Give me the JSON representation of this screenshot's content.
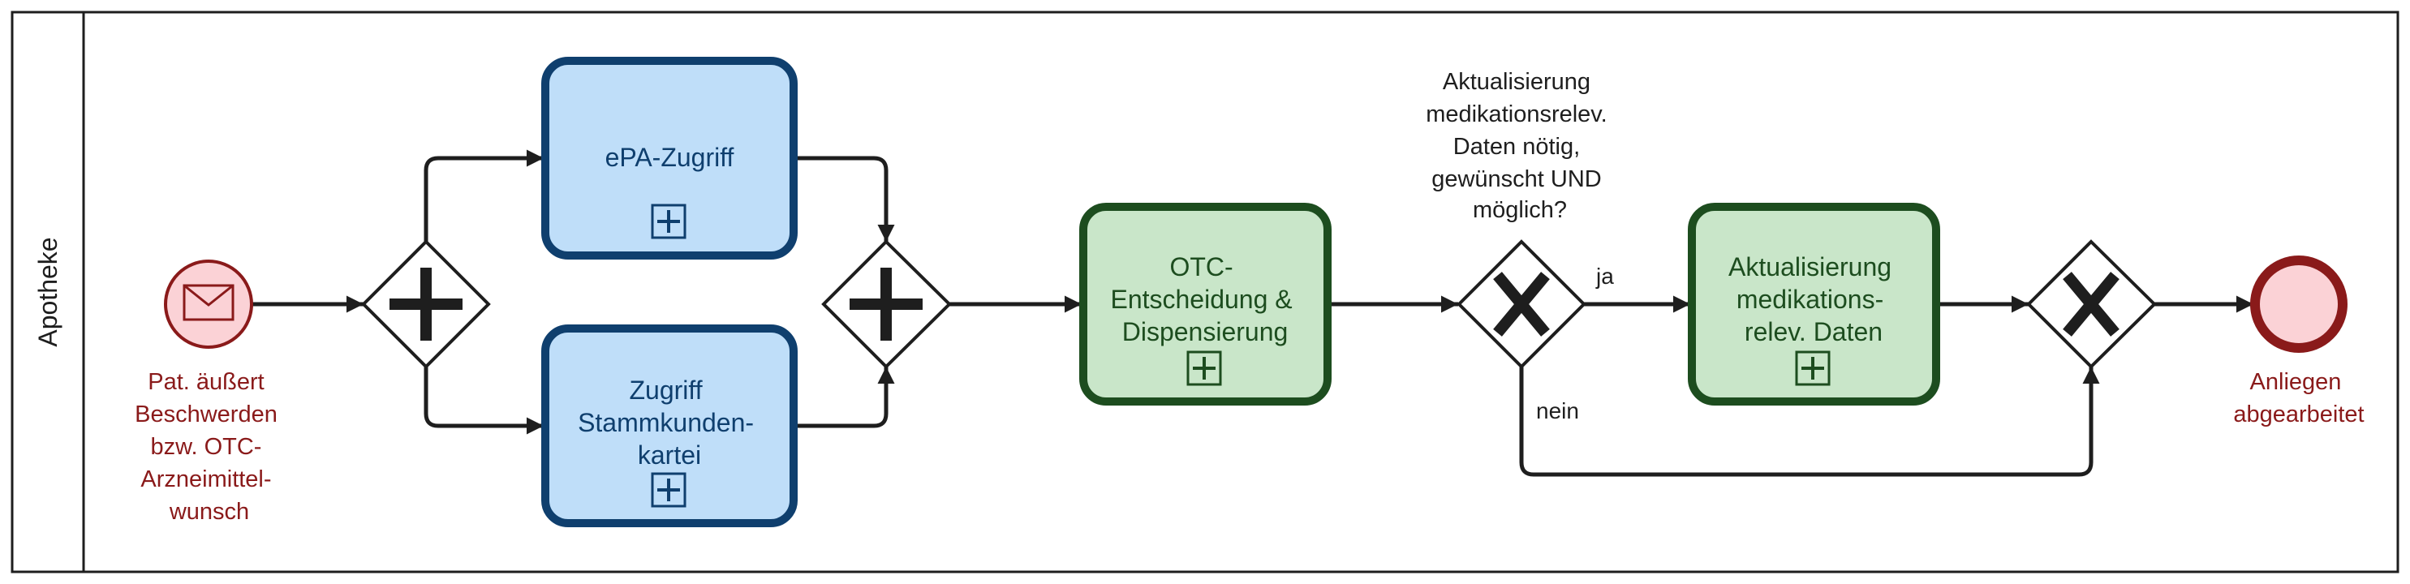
{
  "pool": {
    "lane_label": "Apotheke"
  },
  "start_event": {
    "label_lines": [
      "Pat. äußert",
      "Beschwerden",
      "bzw. OTC-",
      "Arzneimittel-",
      "wunsch"
    ]
  },
  "tasks": {
    "epa": {
      "label_lines": [
        "ePA-Zugriff"
      ]
    },
    "stammkunden": {
      "label_lines": [
        "Zugriff",
        "Stammkunden-",
        "kartei"
      ]
    },
    "otc": {
      "label_lines": [
        "OTC-",
        "Entscheidung &",
        "Dispensierung"
      ]
    },
    "aktualisierung": {
      "label_lines": [
        "Aktualisierung",
        "medikations-",
        "relev. Daten"
      ]
    }
  },
  "gateway_question": {
    "label_lines": [
      "Aktualisierung",
      "medikationsrelev.",
      "Daten nötig,",
      "gewünscht UND",
      "möglich?"
    ]
  },
  "flow_labels": {
    "yes": "ja",
    "no": "nein"
  },
  "end_event": {
    "label_lines": [
      "Anliegen",
      "abgearbeitet"
    ]
  },
  "colors": {
    "blue_fill": "#bfdef9",
    "blue_stroke": "#0f3f6e",
    "green_fill": "#c9e6c9",
    "green_stroke": "#1d4d1f",
    "event_fill": "#fbd2d6",
    "event_stroke": "#8a1a1a",
    "event_text": "#8a1a1a",
    "flow": "#1e1e1e"
  }
}
